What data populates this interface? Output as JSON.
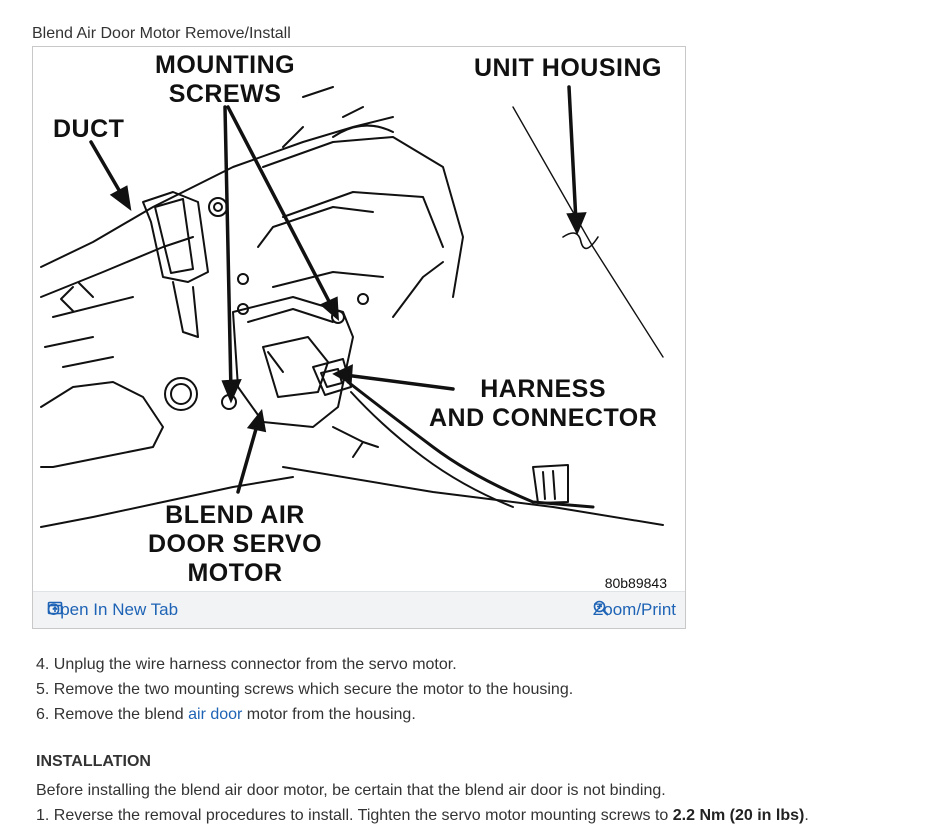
{
  "figure": {
    "title": "Blend Air Door Motor Remove/Install",
    "callouts": {
      "mounting_screws": "MOUNTING\nSCREWS",
      "unit_housing": "UNIT HOUSING",
      "duct": "DUCT",
      "harness": "HARNESS\nAND CONNECTOR",
      "servo_motor": "BLEND AIR\nDOOR SERVO\nMOTOR"
    },
    "image_id": "80b89843",
    "open_tab_label": "Open In New Tab",
    "zoom_label": "Zoom/Print",
    "open_tab_icon": "open-new-tab-icon",
    "zoom_icon": "zoom-magnifier-icon"
  },
  "steps": [
    {
      "num": "4.",
      "text": "Unplug the wire harness connector from the servo motor."
    },
    {
      "num": "5.",
      "text": "Remove the two mounting screws which secure the motor to the housing."
    },
    {
      "num": "6.",
      "before": "Remove the blend ",
      "link": "air door",
      "after": " motor from the housing."
    }
  ],
  "installation": {
    "heading": "INSTALLATION",
    "intro": "Before installing the blend air door motor, be certain that the blend air door is not binding.",
    "step1_before": "1. Reverse the removal procedures to install. Tighten the servo motor mounting screws to ",
    "step1_bold": "2.2 Nm (20 in lbs)",
    "step1_after": "."
  },
  "colors": {
    "link": "#1e63b5",
    "text": "#333333",
    "footer_bg": "#f1f3f5"
  }
}
